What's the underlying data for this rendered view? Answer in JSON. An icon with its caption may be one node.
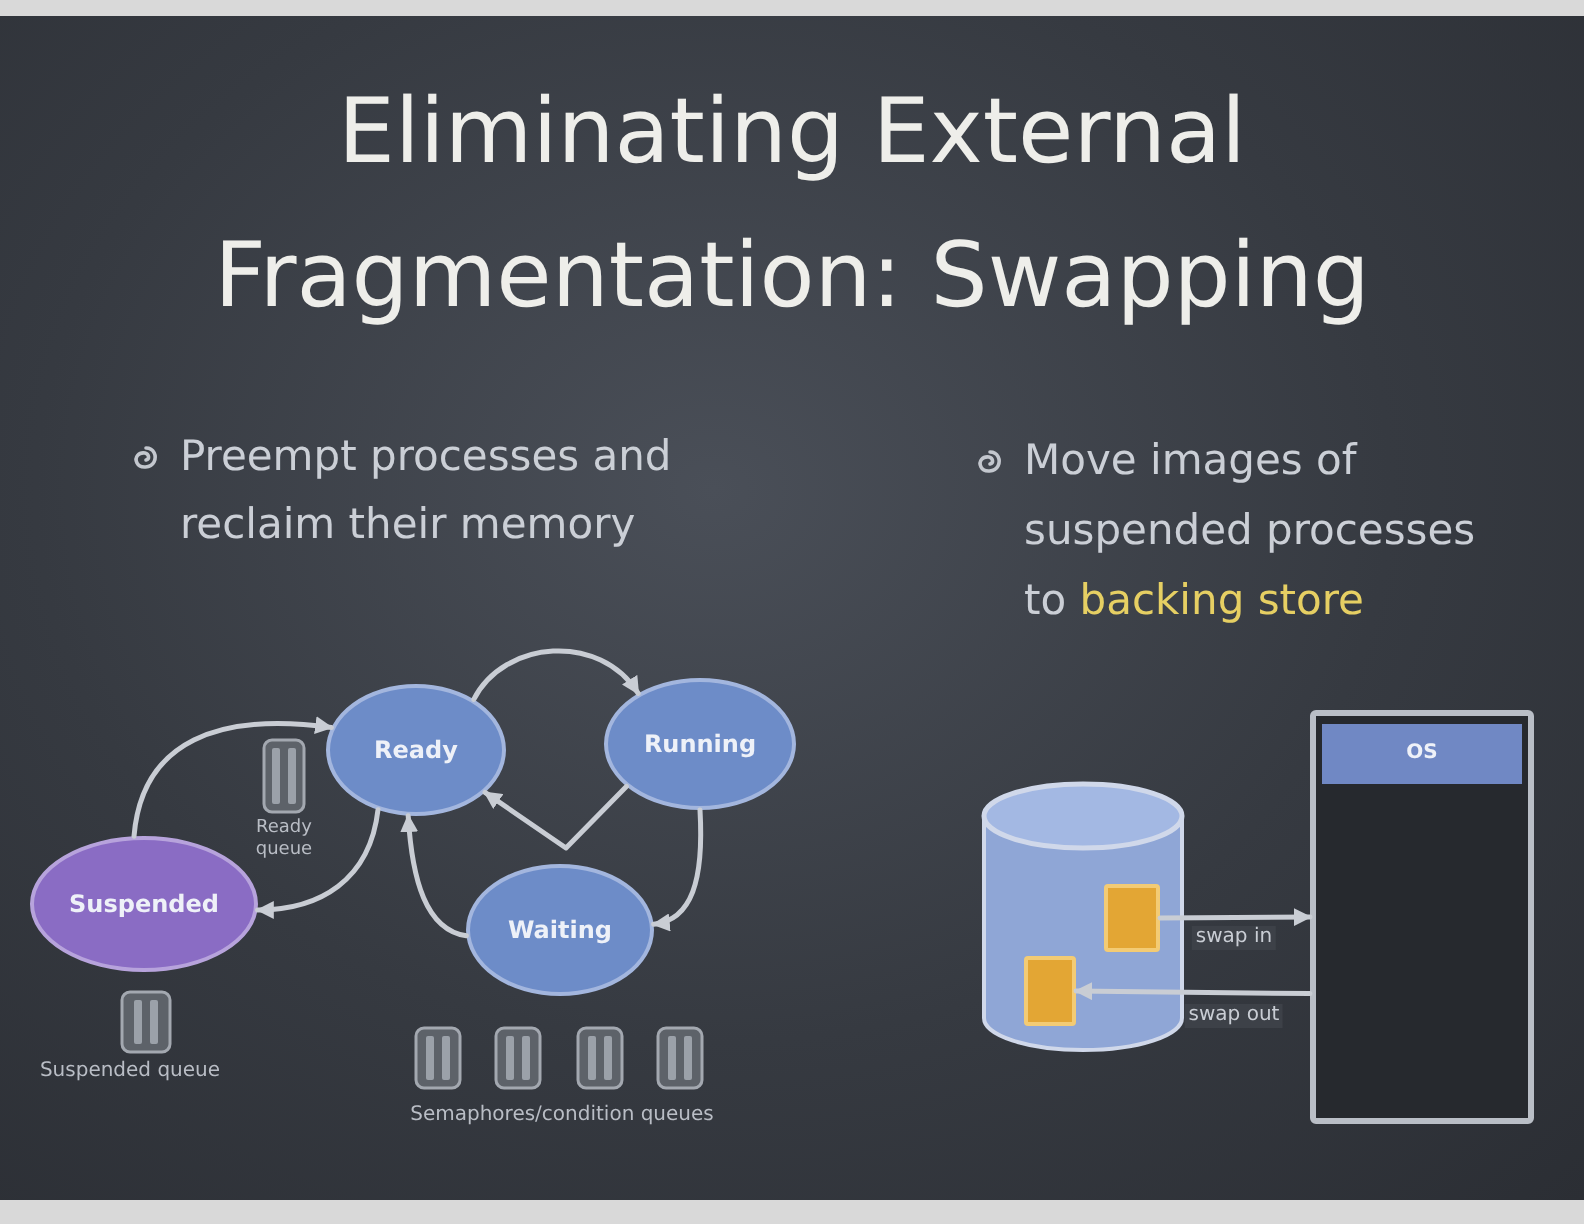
{
  "diagram": {
    "title": "Eliminating External Fragmentation: Swapping",
    "nodes": [
      {
        "text": [
          "Ready"
        ]
      },
      {
        "text": [
          "Running"
        ]
      },
      {
        "text": [
          "Suspended"
        ]
      },
      {
        "text": [
          "Waiting"
        ]
      },
      {
        "text": [],
        "shape": "cylinder"
      },
      {
        "text": [],
        "shape": "box",
        "in": 4
      },
      {
        "text": [],
        "shape": "box",
        "in": 4
      },
      {
        "text": [],
        "shape": "box"
      },
      {
        "text": [
          "OS"
        ],
        "in": 7
      }
    ],
    "edges": [
      {
        "from": 0,
        "to": 1,
        "arrow": "to"
      },
      {
        "from": 1,
        "to": 0,
        "arrow": "to"
      },
      {
        "from": 1,
        "to": 3,
        "arrow": "to"
      },
      {
        "from": 3,
        "to": 0,
        "arrow": "to"
      },
      {
        "from": 2,
        "to": 0,
        "arrow": "to"
      },
      {
        "from": 0,
        "to": 2,
        "arrow": "to"
      },
      {
        "from": 5,
        "to": 7,
        "arrow": "to",
        "label": "swap in"
      },
      {
        "from": 7,
        "to": 6,
        "arrow": "to",
        "label": "swap out"
      }
    ],
    "labels": [
      "Preempt processes and reclaim their memory",
      "Move images of suspended processes to **backing store**",
      "Ready queue",
      "Suspended queue",
      "Semaphores/condition queues"
    ]
  }
}
